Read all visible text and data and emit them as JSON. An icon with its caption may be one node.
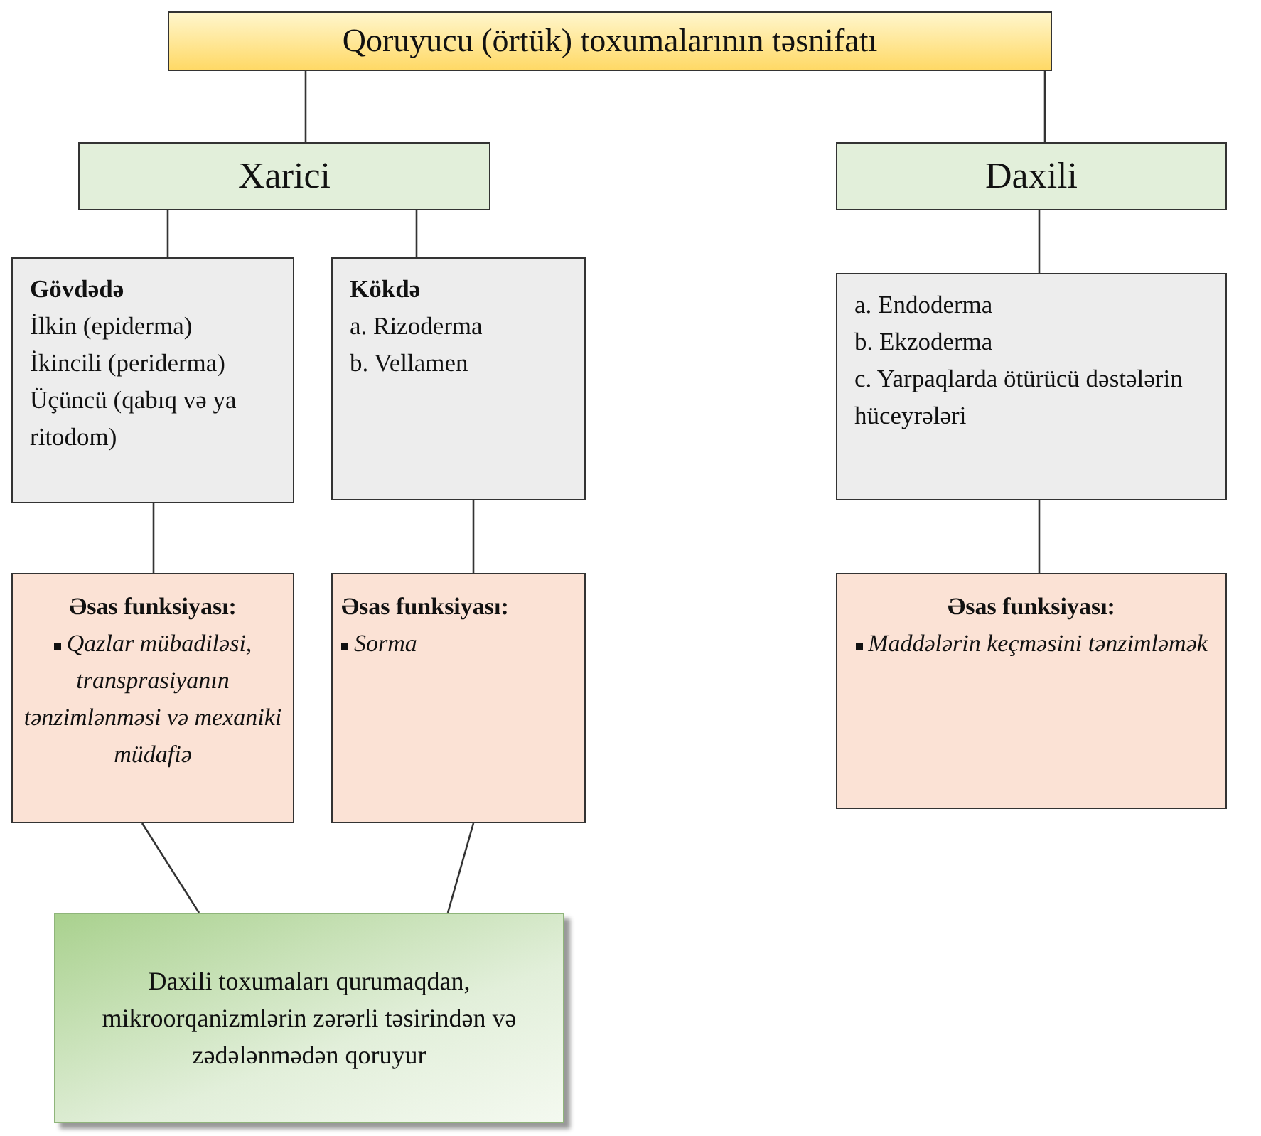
{
  "diagram": {
    "nodes": [
      {
        "text": [
          "Qoruyucu (örtük) toxumalarının təsnifatı"
        ]
      },
      {
        "text": [
          "Xarici"
        ]
      },
      {
        "text": [
          "Daxili"
        ]
      },
      {
        "text": [
          "Gövdədə",
          "İlkin (epiderma)",
          "İkincili (periderma)",
          "Üçüncü (qabıq və ya ritodom)"
        ]
      },
      {
        "text": [
          "Kökdə",
          "a. Rizoderma",
          "b. Vellamen"
        ]
      },
      {
        "text": [
          "a. Endoderma",
          "b. Ekzoderma",
          "c. Yarpaqlarda ötürücü dəstələrin hüceyrələri"
        ]
      },
      {
        "text": [
          "Əsas funksiyası:",
          "Qazlar mübadiləsi, transprasiyanın tənzimlənməsi və mexaniki müdafiə"
        ]
      },
      {
        "text": [
          "Əsas funksiyası:",
          "Sorma"
        ]
      },
      {
        "text": [
          "Əsas funksiyası:",
          "Maddələrin keçməsini tənzimləmək"
        ]
      },
      {
        "text": [
          "Daxili toxumaları qurumaqdan, mikroorqanizmlərin zərərli təsirindən və zədələnmədən qoruyur"
        ]
      }
    ],
    "edges": [
      {
        "from": 0,
        "to": 1,
        "arrow": "none"
      },
      {
        "from": 0,
        "to": 2,
        "arrow": "none"
      },
      {
        "from": 1,
        "to": 3,
        "arrow": "none"
      },
      {
        "from": 1,
        "to": 4,
        "arrow": "none"
      },
      {
        "from": 2,
        "to": 5,
        "arrow": "none"
      },
      {
        "from": 3,
        "to": 6,
        "arrow": "none"
      },
      {
        "from": 4,
        "to": 7,
        "arrow": "none"
      },
      {
        "from": 5,
        "to": 8,
        "arrow": "none"
      },
      {
        "from": 6,
        "to": 9,
        "arrow": "none"
      },
      {
        "from": 7,
        "to": 9,
        "arrow": "none"
      }
    ]
  }
}
